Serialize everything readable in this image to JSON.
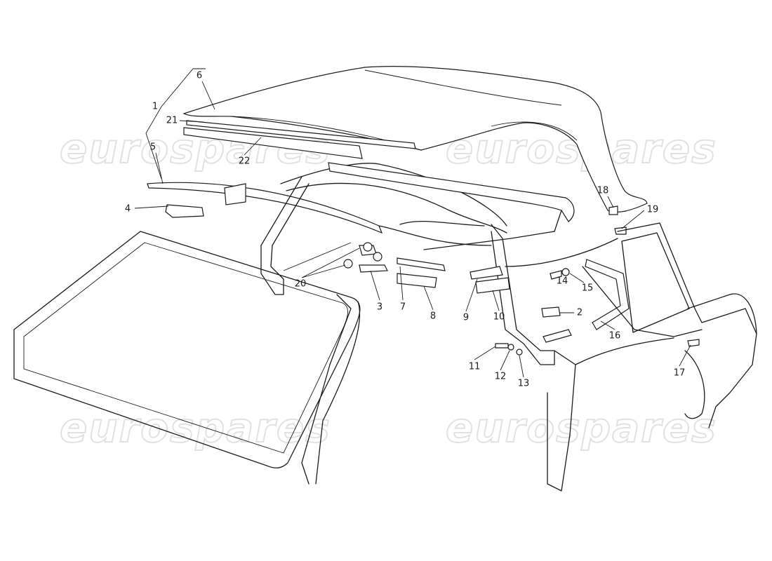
{
  "watermark": "eurospares",
  "callouts": {
    "c1": "1",
    "c2": "2",
    "c3": "3",
    "c4": "4",
    "c5": "5",
    "c6": "6",
    "c7": "7",
    "c8": "8",
    "c9": "9",
    "c10": "10",
    "c11": "11",
    "c12": "12",
    "c13": "13",
    "c14": "14",
    "c15": "15",
    "c16": "16",
    "c17": "17",
    "c18": "18",
    "c19": "19",
    "c20": "20",
    "c21": "21",
    "c22": "22"
  }
}
